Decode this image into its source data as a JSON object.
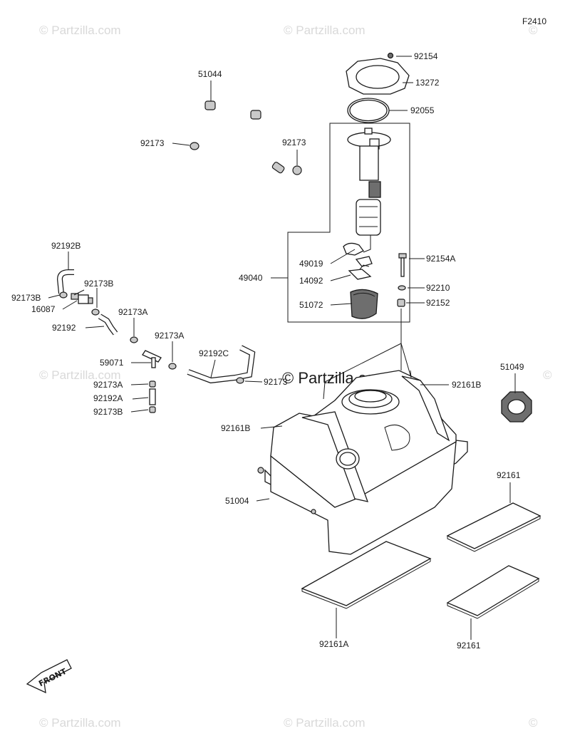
{
  "figure_code": "F2410",
  "watermark": "Partzilla.com",
  "watermark_symbol": "©",
  "front_label": "FRONT",
  "labels": {
    "p51044": "51044",
    "p92154": "92154",
    "p13272": "13272",
    "p92055": "92055",
    "p92173_l": "92173",
    "p92173_r": "92173",
    "p92192B": "92192B",
    "p92173B_a": "92173B",
    "p92173B_b": "92173B",
    "p16087": "16087",
    "p92173A_a": "92173A",
    "p92192": "92192",
    "p92173A_b": "92173A",
    "p59071": "59071",
    "p92192C": "92192C",
    "p92173A_c": "92173A",
    "p92192A": "92192A",
    "p92173B_c": "92173B",
    "p92173_c": "92173",
    "p49019": "49019",
    "p49040": "49040",
    "p14092": "14092",
    "p51072": "51072",
    "p92154A": "92154A",
    "p92210": "92210",
    "p92152": "92152",
    "p92161B_a": "92161B",
    "p92161B_b": "92161B",
    "p51049": "51049",
    "p51004": "51004",
    "p92161_a": "92161",
    "p92161A": "92161A",
    "p92161_b": "92161"
  }
}
